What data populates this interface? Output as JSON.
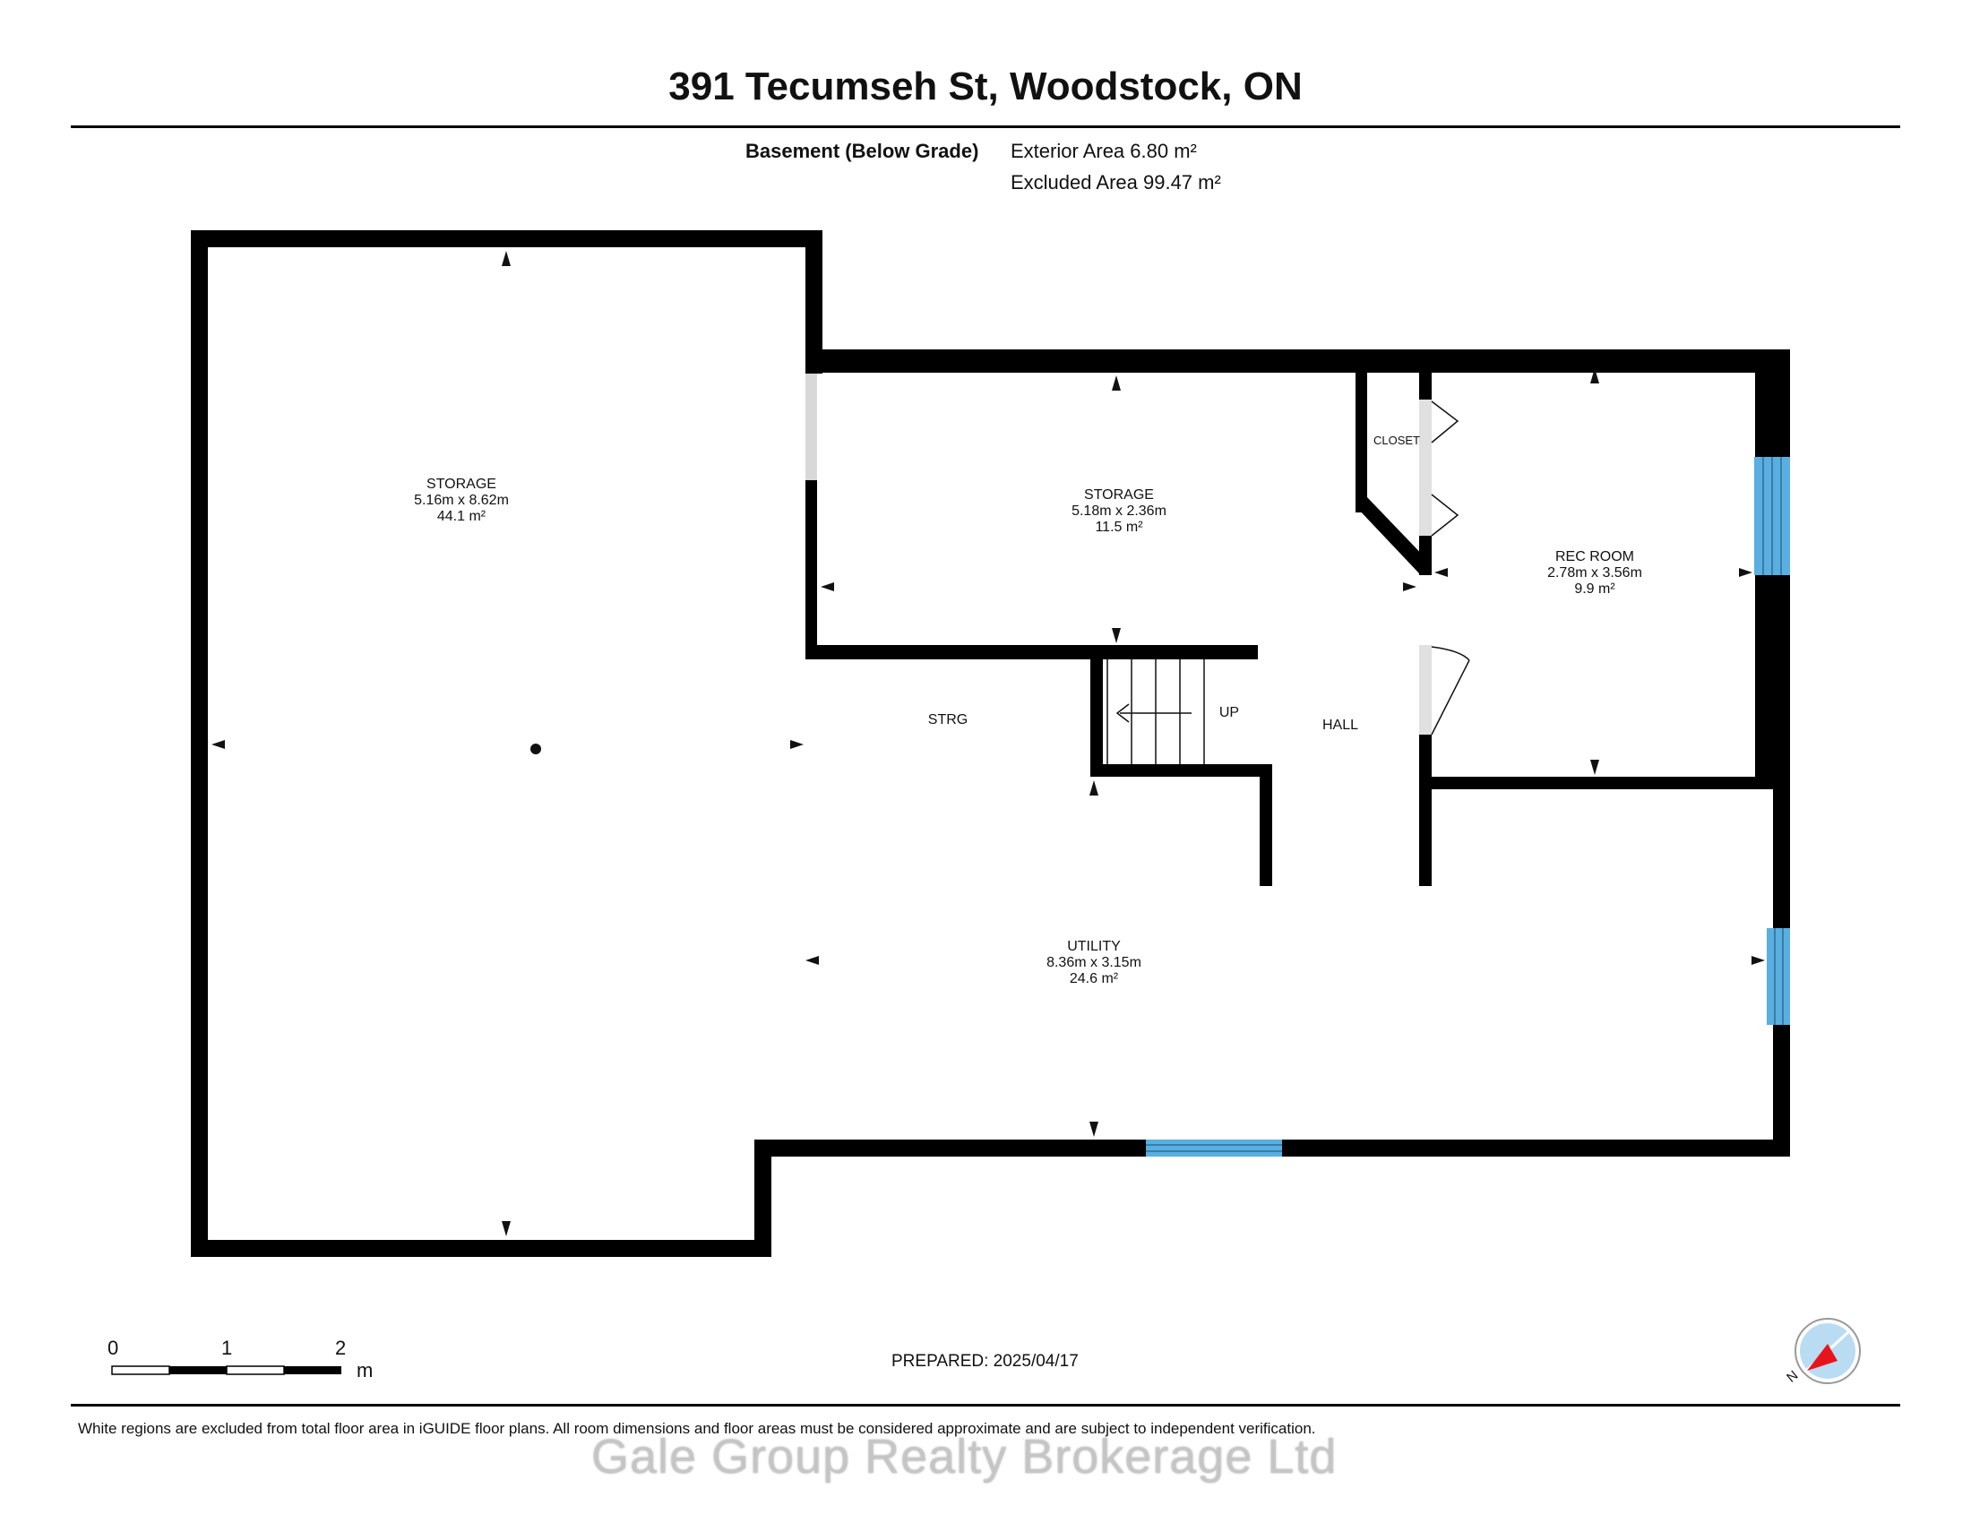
{
  "header": {
    "title": "391 Tecumseh St, Woodstock, ON",
    "floor_label": "Basement (Below Grade)",
    "exterior_area": "Exterior Area 6.80 m²",
    "excluded_area": "Excluded Area 99.47 m²"
  },
  "rooms": {
    "storage_large": {
      "name": "STORAGE",
      "dims": "5.16m x 8.62m",
      "area": "44.1 m²"
    },
    "storage_small": {
      "name": "STORAGE",
      "dims": "5.18m x 2.36m",
      "area": "11.5 m²"
    },
    "rec_room": {
      "name": "REC ROOM",
      "dims": "2.78m x 3.56m",
      "area": "9.9 m²"
    },
    "utility": {
      "name": "UTILITY",
      "dims": "8.36m x 3.15m",
      "area": "24.6 m²"
    },
    "closet": "CLOSET",
    "strg": "STRG",
    "hall": "HALL",
    "stairs": "UP"
  },
  "scale_bar": {
    "labels": [
      "0",
      "1",
      "2"
    ],
    "unit": "m"
  },
  "compass": {
    "label": "N"
  },
  "colors": {
    "wall": "#000000",
    "window": "#5aaee0",
    "opening": "#d8d8d8",
    "compass_needle": "#e8141c",
    "compass_face": "#b9dcf3"
  },
  "footer": {
    "prepared": "PREPARED: 2025/04/17",
    "disclaimer": "White regions are excluded from total floor area in iGUIDE floor plans. All room dimensions and floor areas must be considered approximate and are subject to independent verification.",
    "watermark": "Gale Group Realty Brokerage Ltd"
  }
}
